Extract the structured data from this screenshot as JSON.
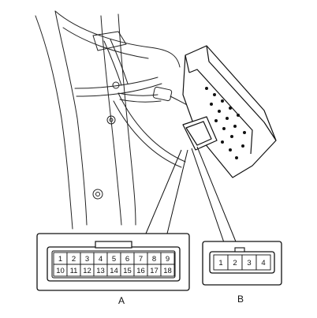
{
  "connector_a": {
    "label": "A",
    "rows": [
      [
        "1",
        "2",
        "3",
        "4",
        "5",
        "6",
        "7",
        "8",
        "9"
      ],
      [
        "10",
        "11",
        "12",
        "13",
        "14",
        "15",
        "16",
        "17",
        "18"
      ]
    ]
  },
  "connector_b": {
    "label": "B",
    "pins": [
      "1",
      "2",
      "3",
      "4"
    ]
  }
}
